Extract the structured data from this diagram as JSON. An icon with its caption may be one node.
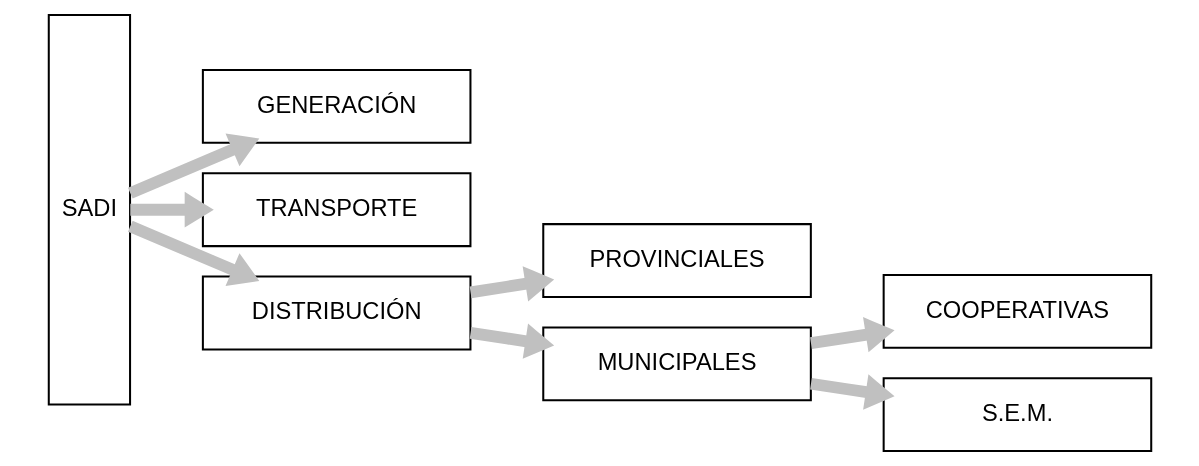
{
  "diagram": {
    "nodes": [
      {
        "text": [
          "SADI"
        ]
      },
      {
        "text": [
          "GENERACIÓN"
        ]
      },
      {
        "text": [
          "TRANSPORTE"
        ]
      },
      {
        "text": [
          "DISTRIBUCIÓN"
        ]
      },
      {
        "text": [
          "PROVINCIALES"
        ]
      },
      {
        "text": [
          "MUNICIPALES"
        ]
      },
      {
        "text": [
          "COOPERATIVAS"
        ]
      },
      {
        "text": [
          "S.E.M."
        ]
      }
    ],
    "edges": [
      {
        "from": 0,
        "to": 1,
        "arrow": "to"
      },
      {
        "from": 0,
        "to": 2,
        "arrow": "to"
      },
      {
        "from": 0,
        "to": 3,
        "arrow": "to"
      },
      {
        "from": 3,
        "to": 4,
        "arrow": "to"
      },
      {
        "from": 3,
        "to": 5,
        "arrow": "to"
      },
      {
        "from": 5,
        "to": 6,
        "arrow": "to"
      },
      {
        "from": 5,
        "to": 7,
        "arrow": "to"
      }
    ]
  }
}
